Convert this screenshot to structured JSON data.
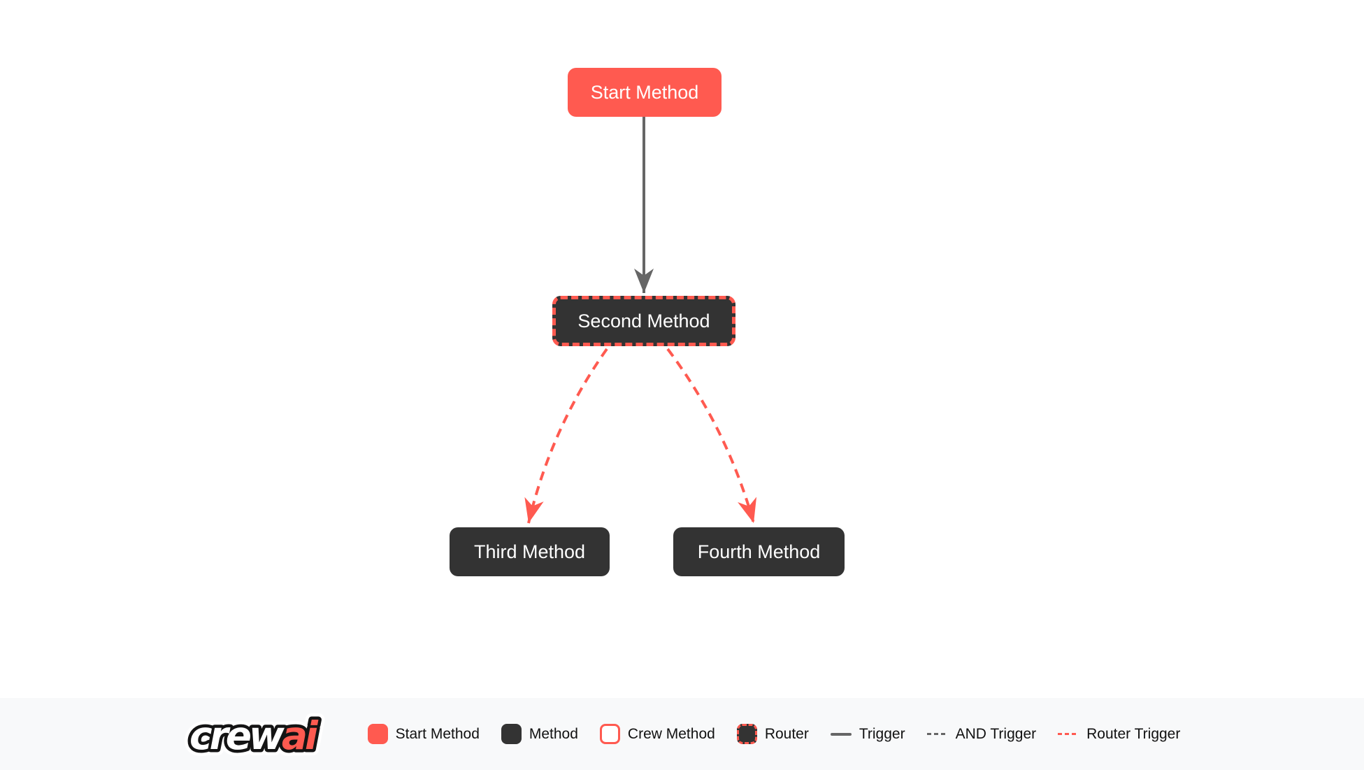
{
  "canvas": {
    "nodes": [
      {
        "id": "start_method",
        "label": "Start Method",
        "type": "start"
      },
      {
        "id": "second_method",
        "label": "Second Method",
        "type": "router"
      },
      {
        "id": "third_method",
        "label": "Third Method",
        "type": "method"
      },
      {
        "id": "fourth_method",
        "label": "Fourth Method",
        "type": "method"
      }
    ],
    "edges": [
      {
        "from": "start_method",
        "to": "second_method",
        "type": "trigger"
      },
      {
        "from": "second_method",
        "to": "third_method",
        "type": "router_trigger"
      },
      {
        "from": "second_method",
        "to": "fourth_method",
        "type": "router_trigger"
      }
    ]
  },
  "legend": {
    "logo": {
      "part_white": "crew",
      "part_red": "ai"
    },
    "items": [
      {
        "label": "Start Method",
        "swatch": "start"
      },
      {
        "label": "Method",
        "swatch": "method"
      },
      {
        "label": "Crew Method",
        "swatch": "crew"
      },
      {
        "label": "Router",
        "swatch": "router"
      },
      {
        "label": "Trigger",
        "swatch": "line-solid"
      },
      {
        "label": "AND Trigger",
        "swatch": "line-dashed"
      },
      {
        "label": "Router Trigger",
        "swatch": "line-dashed-red"
      }
    ]
  },
  "colors": {
    "accent_red": "#FF5A50",
    "node_dark": "#333333",
    "edge_gray": "#666666",
    "node_text": "#ffffff",
    "legend_bg": "#f8f9fa",
    "legend_text": "#111111",
    "canvas_bg": "#ffffff"
  }
}
